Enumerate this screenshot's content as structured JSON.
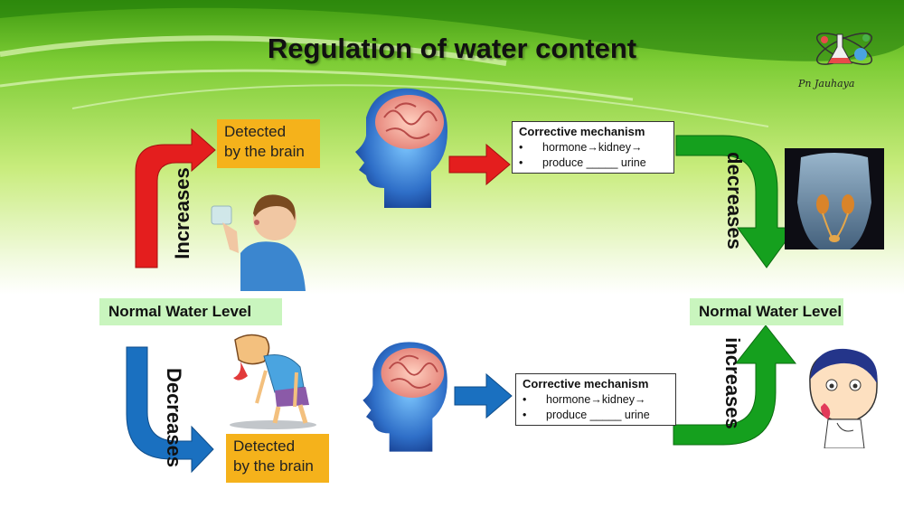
{
  "title": "Regulation of water content",
  "logo": {
    "text": "Pn Jauhaya"
  },
  "top_flow": {
    "detected_label": "Detected\nby the brain",
    "mechanism": {
      "heading": "Corrective mechanism",
      "bullets": [
        "hormone→kidney→",
        "produce _____ urine"
      ]
    },
    "arrow_left_label": "Increases",
    "arrow_right_label": "decreases"
  },
  "bottom_flow": {
    "detected_label": "Detected\nby the brain",
    "mechanism": {
      "heading": "Corrective mechanism",
      "bullets": [
        "hormone→kidney→",
        "produce _____ urine"
      ]
    },
    "arrow_left_label": "Decreases",
    "arrow_right_label": "increases"
  },
  "normal_level_left": "Normal Water Level",
  "normal_level_right": "Normal Water Level",
  "colors": {
    "red_arrow": "#e41e1e",
    "blue_arrow": "#1a70c0",
    "green_arrow": "#15a01e",
    "detected_box": "#f5b21b",
    "level_box": "#c9f5be"
  },
  "icons": [
    "brain-head-icon",
    "boy-drinking-icon",
    "tired-man-icon",
    "kidney-body-icon",
    "thirsty-boy-icon",
    "science-logo-icon"
  ]
}
